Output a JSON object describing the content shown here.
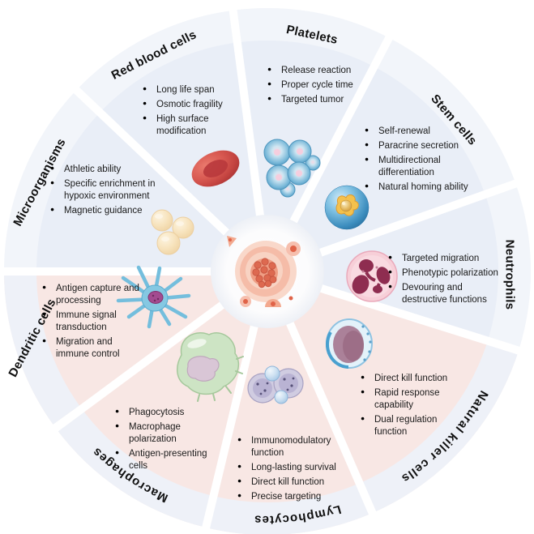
{
  "diagram_title": "Cell types and their properties (circular overview around a tumor)",
  "center": {
    "icon": "tumor-illustration"
  },
  "colors": {
    "background": "#ffffff",
    "blue_wedge": "#e9eef7",
    "pink_wedge": "#f8e7e4",
    "outer_band": "#eef1f8",
    "label_text": "#101010",
    "bullet_text": "#1a1a1a"
  },
  "sections": [
    {
      "name": "Platelets",
      "theme": "blue",
      "icon": "platelets-illustration",
      "bullets": [
        "Release reaction",
        "Proper cycle time",
        "Targeted tumor"
      ]
    },
    {
      "name": "Red blood cells",
      "theme": "blue",
      "icon": "red-blood-cell-illustration",
      "bullets": [
        "Long life span",
        "Osmotic fragility",
        "High surface modification"
      ]
    },
    {
      "name": "Microorganisms",
      "theme": "blue",
      "icon": "microorganisms-illustration",
      "bullets": [
        "Athletic ability",
        "Specific enrichment in hypoxic environment",
        "Magnetic guidance"
      ]
    },
    {
      "name": "Stem cells",
      "theme": "blue",
      "icon": "stem-cell-illustration",
      "bullets": [
        "Self-renewal",
        "Paracrine secretion",
        "Multidirectional differentiation",
        "Natural homing ability"
      ]
    },
    {
      "name": "Neutrophils",
      "theme": "blue",
      "icon": "neutrophil-illustration",
      "bullets": [
        "Targeted migration",
        "Phenotypic polarization",
        "Devouring and destructive functions"
      ]
    },
    {
      "name": "Natural killer cells",
      "theme": "pink",
      "icon": "natural-killer-cell-illustration",
      "bullets": [
        "Direct kill function",
        "Rapid response capability",
        "Dual regulation function"
      ]
    },
    {
      "name": "Lymphocytes",
      "theme": "pink",
      "icon": "lymphocytes-illustration",
      "bullets": [
        "Immunomodulatory function",
        "Long-lasting survival",
        "Direct kill function",
        "Precise targeting"
      ]
    },
    {
      "name": "Macrophages",
      "theme": "pink",
      "icon": "macrophage-illustration",
      "bullets": [
        "Phagocytosis",
        "Macrophage polarization",
        "Antigen-presenting cells"
      ]
    },
    {
      "name": "Dendritic cells",
      "theme": "pink",
      "icon": "dendritic-cell-illustration",
      "bullets": [
        "Antigen capture and processing",
        "Immune signal transduction",
        "Migration and immune control"
      ]
    }
  ]
}
